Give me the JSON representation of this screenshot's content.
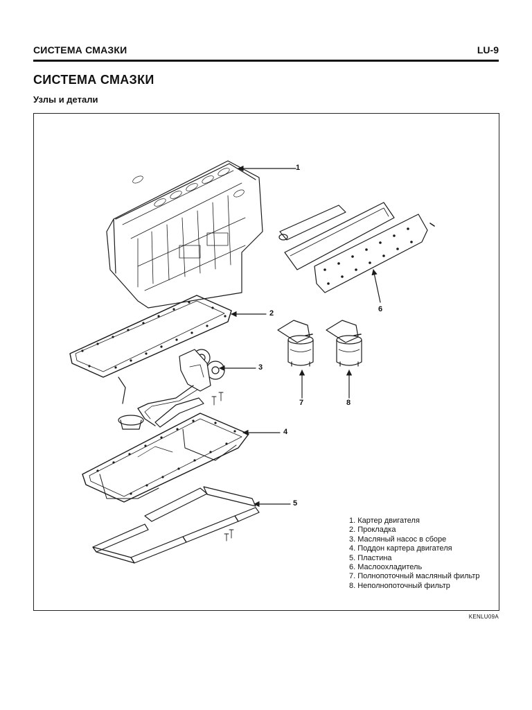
{
  "header": {
    "title": "СИСТЕМА СМАЗКИ",
    "page_code": "LU-9"
  },
  "page_title": "СИСТЕМА СМАЗКИ",
  "section_title": "Узлы и детали",
  "figure": {
    "callouts": [
      "1",
      "2",
      "3",
      "4",
      "5",
      "6",
      "7",
      "8"
    ],
    "legend": [
      "1. Картер двигателя",
      "2. Прокладка",
      "3. Масляный насос в сборе",
      "4. Поддон картера двигателя",
      "5. Пластина",
      "6. Маслоохладитель",
      "7. Полнопоточный масляный фильтр",
      "8. Неполнопоточный фильтр"
    ],
    "figure_code": "KENLU09A"
  }
}
